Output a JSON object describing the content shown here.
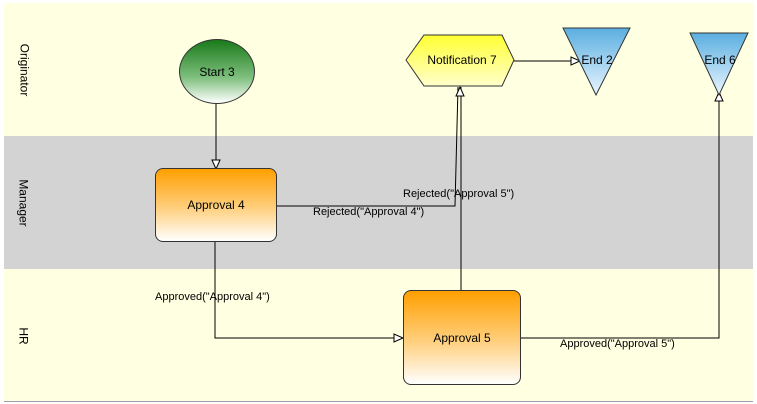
{
  "lanes": {
    "originator": {
      "label": "Originator",
      "color": "#ffffe1"
    },
    "manager": {
      "label": "Manager",
      "color": "#d3d3d3"
    },
    "hr": {
      "label": "HR",
      "color": "#ffffe1"
    }
  },
  "nodes": {
    "start": {
      "label": "Start 3",
      "type": "start-event"
    },
    "approval4": {
      "label": "Approval 4",
      "type": "approval-task"
    },
    "approval5": {
      "label": "Approval 5",
      "type": "approval-task"
    },
    "notification7": {
      "label": "Notification 7",
      "type": "notification"
    },
    "end2": {
      "label": "End 2",
      "type": "end-event"
    },
    "end6": {
      "label": "End 6",
      "type": "end-event"
    }
  },
  "edges": {
    "rejected_a5": "Rejected(\"Approval 5\")",
    "rejected_a4": "Rejected(\"Approval 4\")",
    "approved_a4": "Approved(\"Approval 4\")",
    "approved_a5": "Approved(\"Approval 5\")"
  },
  "colors": {
    "notification": "#ffff33",
    "end_event": "#5aaee0",
    "task": "#ff9f00",
    "start": "#1a7a1a"
  }
}
